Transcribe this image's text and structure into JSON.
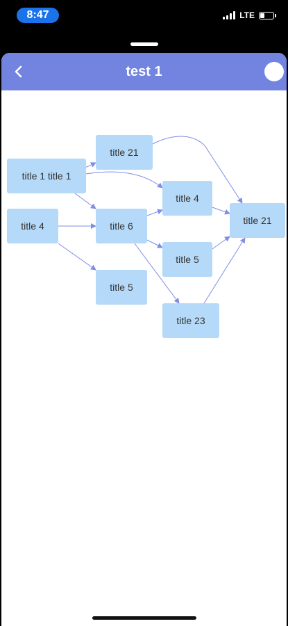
{
  "status_bar": {
    "time": "8:47",
    "network": "LTE",
    "battery_level": 0.35
  },
  "header": {
    "title": "test 1",
    "back_icon": "chevron-left-icon",
    "action_icon": "circle-icon",
    "background_color": "#7283e0"
  },
  "graph": {
    "node_color": "#b5d9f8",
    "edge_color": "#7f8de6",
    "nodes": [
      {
        "id": "n1",
        "label": "title 1 title 1"
      },
      {
        "id": "n2",
        "label": "title 4"
      },
      {
        "id": "n3",
        "label": "title 21"
      },
      {
        "id": "n4",
        "label": "title 6"
      },
      {
        "id": "n5",
        "label": "title 5"
      },
      {
        "id": "n6",
        "label": "title 4"
      },
      {
        "id": "n7",
        "label": "title 5"
      },
      {
        "id": "n8",
        "label": "title 23"
      },
      {
        "id": "n9",
        "label": "title 21"
      }
    ],
    "edges": [
      {
        "from": "n1",
        "to": "n3"
      },
      {
        "from": "n1",
        "to": "n4"
      },
      {
        "from": "n1",
        "to": "n6"
      },
      {
        "from": "n2",
        "to": "n4"
      },
      {
        "from": "n2",
        "to": "n5"
      },
      {
        "from": "n3",
        "to": "n9"
      },
      {
        "from": "n4",
        "to": "n6"
      },
      {
        "from": "n4",
        "to": "n7"
      },
      {
        "from": "n4",
        "to": "n8"
      },
      {
        "from": "n6",
        "to": "n9"
      },
      {
        "from": "n7",
        "to": "n9"
      },
      {
        "from": "n8",
        "to": "n9"
      }
    ]
  }
}
